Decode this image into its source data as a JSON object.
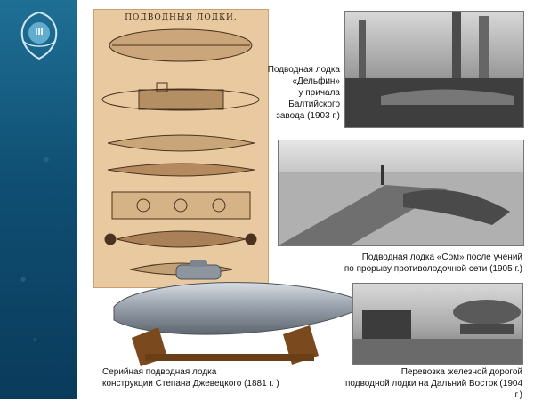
{
  "logo": {
    "text": "III"
  },
  "plate": {
    "title": "ПОДВОДНЫЯ ЛОДКИ."
  },
  "captions": {
    "dolphin": [
      "Подводная лодка",
      "«Дельфин»",
      "у причала",
      "Балтийского",
      "завода (1903 г.)"
    ],
    "som": [
      "Подводная лодка «Сом» после учений",
      "по прорыву противолодочной сети (1905 г.)"
    ],
    "dzhevetsky": [
      "Серийная подводная лодка",
      "конструкции Степана Джевецкого (1881 г. )"
    ],
    "railway": [
      "Перевозка железной дорогой",
      "подводной лодки на Дальний Восток (1904 г.)"
    ]
  },
  "colors": {
    "sidebar": "#0f4f73",
    "plate": "#e9caa0",
    "submarine": "#9aa3ad",
    "stand": "#7a4a1e"
  }
}
